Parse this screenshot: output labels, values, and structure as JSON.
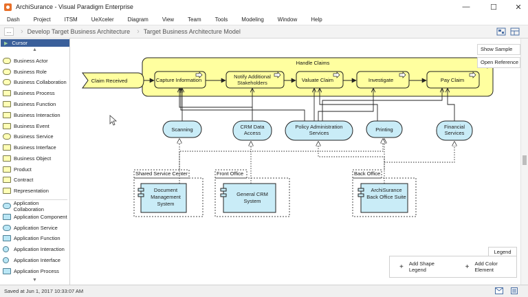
{
  "window": {
    "title": "ArchiSurance - Visual Paradigm Enterprise",
    "minimize": "—",
    "maximize": "☐",
    "close": "✕"
  },
  "menu": [
    "Dash",
    "Project",
    "ITSM",
    "UeXceler",
    "Diagram",
    "View",
    "Team",
    "Tools",
    "Modeling",
    "Window",
    "Help"
  ],
  "breadcrumb": {
    "dots": "...",
    "items": [
      "Develop Target Business Architecture",
      "Target Business Architecture Model"
    ]
  },
  "palette": {
    "cursor_label": "Cursor",
    "business_items": [
      "Business Actor",
      "Business Role",
      "Business Collaboration",
      "Business Process",
      "Business Function",
      "Business Interaction",
      "Business Event",
      "Business Service",
      "Business Interface",
      "Business Object",
      "Product",
      "Contract",
      "Representation"
    ],
    "application_items": [
      "Application Collaboration",
      "Application Component",
      "Application Service",
      "Application Function",
      "Application Interaction",
      "Application Interface",
      "Application Process"
    ]
  },
  "diagram": {
    "group_title": "Handle Claims",
    "event": "Claim Received",
    "processes": [
      "Capture Information",
      "Notify Additional Stakeholders",
      "Valuate Claim",
      "Investigate",
      "Pay Claim"
    ],
    "services": [
      "Scanning",
      "CRM Data Access",
      "Policy Administration Services",
      "Printing",
      "Financial Services"
    ],
    "locations": [
      "Shared Service Center",
      "Front Office",
      "Back Office"
    ],
    "components": [
      "Document Management System",
      "General CRM System",
      "ArchiSurance Back Office Suite"
    ],
    "colors": {
      "business": "#ffff9f",
      "application": "#c9ecf7",
      "selection": "#3a5f9a"
    }
  },
  "side_panel": {
    "show_sample": "Show Sample",
    "open_reference": "Open Reference"
  },
  "legend": {
    "title": "Legend",
    "add_shape": "Add Shape Legend",
    "add_color": "Add Color Element"
  },
  "status": {
    "text": "Saved at Jun 1, 2017 10:33:07 AM"
  }
}
